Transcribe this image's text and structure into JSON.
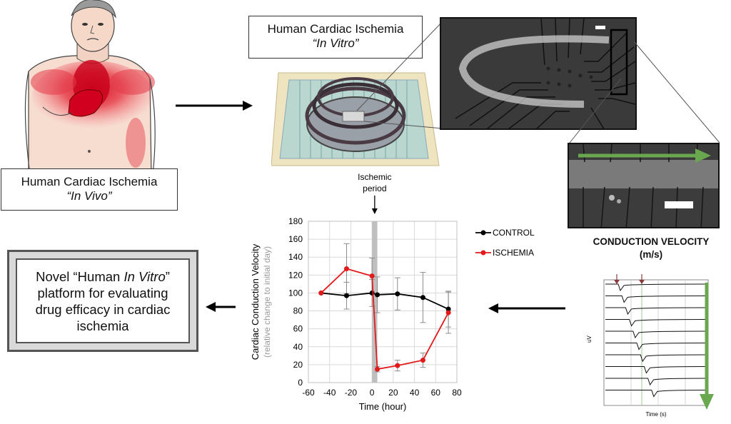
{
  "labels": {
    "in_vivo": {
      "line1": "Human Cardiac Ischemia",
      "line2": "“In Vivo”"
    },
    "in_vitro": {
      "line1": "Human Cardiac Ischemia",
      "line2": "“In Vitro”"
    },
    "novel_platform": {
      "pre": "Novel “Human ",
      "italic": "In Vitro",
      "post": "” platform for evaluating drug efficacy in cardiac ischemia"
    },
    "conduction_velocity": {
      "line1": "CONDUCTION VELOCITY",
      "line2": "(m/s)"
    },
    "ischemic_period": {
      "line1": "Ischemic",
      "line2": "period"
    },
    "trace_ylabel": "uV",
    "trace_xlabel": "Time (s)"
  },
  "colors": {
    "control": "#000000",
    "ischemia": "#e31a1c",
    "green_arrow": "#6aa84f",
    "ischemic_band": "#bfbfbf"
  },
  "chart_data": {
    "type": "line",
    "ylabel": "Cardiac Conduction Velocity",
    "ylabel_sub": "(relative change to initial day)",
    "xlabel": "Time (hour)",
    "xlim": [
      -60,
      80
    ],
    "ylim": [
      0,
      180
    ],
    "xticks": [
      -60,
      -40,
      -20,
      0,
      20,
      40,
      60,
      80
    ],
    "yticks": [
      0,
      20,
      40,
      60,
      80,
      100,
      120,
      140,
      160,
      180
    ],
    "grid": true,
    "legend_position": "right",
    "ischemic_period": [
      0,
      5
    ],
    "series": [
      {
        "name": "CONTROL",
        "color": "#000000",
        "x": [
          -48,
          -24,
          0,
          5,
          24,
          48,
          72
        ],
        "y": [
          100,
          97,
          100,
          98,
          99,
          95,
          82
        ],
        "err": [
          0,
          15,
          15,
          20,
          18,
          28,
          20
        ]
      },
      {
        "name": "ISCHEMIA",
        "color": "#e31a1c",
        "x": [
          -48,
          -24,
          0,
          5,
          24,
          48,
          72
        ],
        "y": [
          100,
          127,
          119,
          15,
          19,
          25,
          78
        ],
        "err": [
          0,
          28,
          20,
          3,
          6,
          8,
          23
        ]
      }
    ]
  }
}
